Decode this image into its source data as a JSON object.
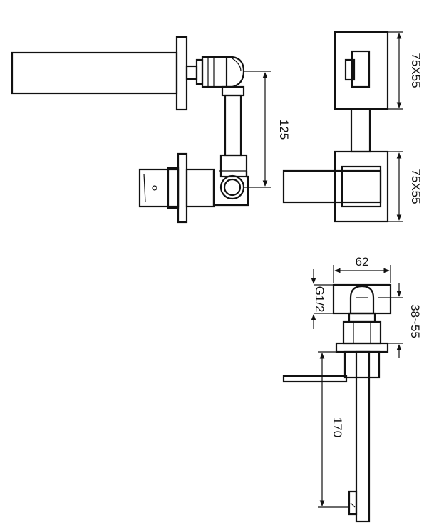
{
  "drawing": {
    "dimensions": {
      "front_outlet_size": "75X55",
      "front_valve_size": "75X55",
      "valve_spacing": "125",
      "plate_width": "62",
      "thread": "G1/2",
      "wall_depth_range": "38~55",
      "spout_length": "170"
    }
  }
}
